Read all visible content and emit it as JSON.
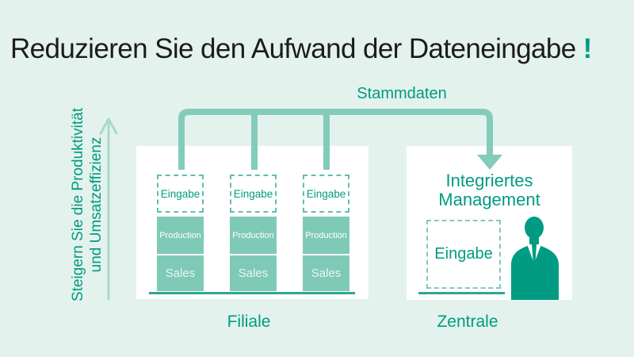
{
  "title": {
    "text": "Reduzieren Sie den Aufwand der Dateneingabe",
    "mark": "!"
  },
  "left_caption": {
    "line1": "Steigern Sie die Produktivität",
    "line2": "und Umsatzeffizienz"
  },
  "flow": {
    "label": "Stammdaten"
  },
  "filiale": {
    "label": "Filiale",
    "stacks": [
      {
        "input": "Eingabe",
        "middle": "Production",
        "bottom": "Sales"
      },
      {
        "input": "Eingabe",
        "middle": "Production",
        "bottom": "Sales"
      },
      {
        "input": "Eingabe",
        "middle": "Production",
        "bottom": "Sales"
      }
    ]
  },
  "zentrale": {
    "label": "Zentrale",
    "heading1": "Integriertes",
    "heading2": "Management",
    "input": "Eingabe"
  },
  "colors": {
    "background": "#e3f2ed",
    "brand_teal": "#009b82",
    "box_fill": "#7fc9b7",
    "connector": "#83cbbb",
    "light_arrow": "#a9d9cc",
    "baseline": "#2ba894",
    "panel": "#ffffff",
    "title_text": "#1c1c1c"
  }
}
